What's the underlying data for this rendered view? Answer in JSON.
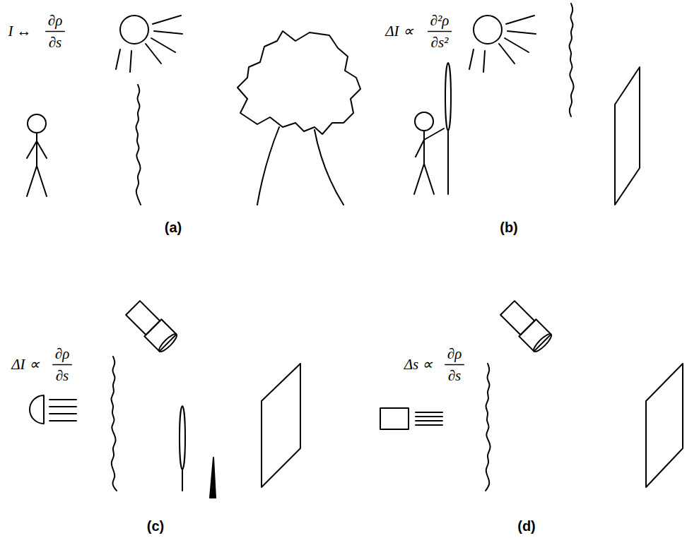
{
  "diagram": {
    "labels": [
      "I ↔",
      "∂ρ",
      "∂s",
      "ΔI ∝",
      "∂²ρ",
      "∂s²",
      "ΔI ∝",
      "∂ρ",
      "∂s",
      "Δs ∝",
      "∂ρ",
      "∂s",
      "(a)",
      "(b)",
      "(c)",
      "(d)"
    ]
  }
}
